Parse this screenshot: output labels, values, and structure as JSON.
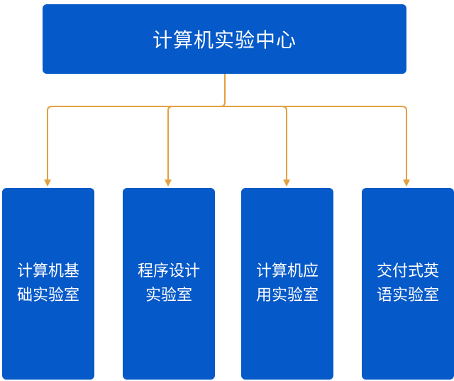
{
  "root": {
    "label": "计算机实验中心"
  },
  "children": [
    {
      "label_line1": "计算机基",
      "label_line2": "础实验室"
    },
    {
      "label_line1": "程序设计",
      "label_line2": "实验室"
    },
    {
      "label_line1": "计算机应",
      "label_line2": "用实验室"
    },
    {
      "label_line1": "交付式英",
      "label_line2": "语实验室"
    }
  ],
  "colors": {
    "box_fill": "#0659c8",
    "box_text": "#ffffff",
    "connector": "#e2a040"
  }
}
